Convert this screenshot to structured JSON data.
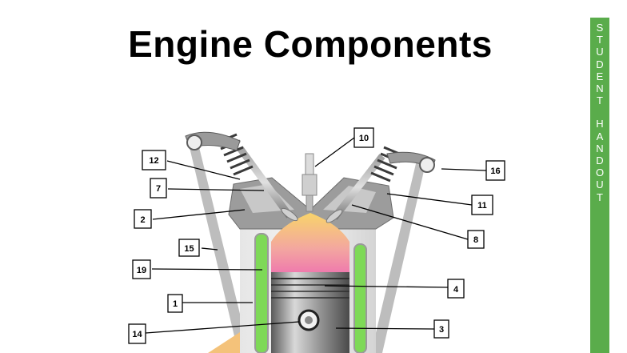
{
  "title": "Engine Components",
  "side_tab": {
    "text": "STUDENT HANDOUT",
    "color": "#5aac4b"
  },
  "callouts": [
    {
      "label": "10",
      "target": "fuel-injector"
    },
    {
      "label": "12",
      "target": "valve-spring-left"
    },
    {
      "label": "16",
      "target": "rocker-arm-right"
    },
    {
      "label": "7",
      "target": "intake-valve"
    },
    {
      "label": "11",
      "target": "exhaust-port"
    },
    {
      "label": "2",
      "target": "cylinder-head"
    },
    {
      "label": "8",
      "target": "exhaust-valve"
    },
    {
      "label": "15",
      "target": "pushrod"
    },
    {
      "label": "19",
      "target": "coolant-jacket"
    },
    {
      "label": "4",
      "target": "piston-rings"
    },
    {
      "label": "1",
      "target": "cylinder-wall"
    },
    {
      "label": "14",
      "target": "piston-pin"
    },
    {
      "label": "3",
      "target": "piston"
    }
  ],
  "colors": {
    "coolant": "#7ed957",
    "combustion_top": "#f8d46a",
    "combustion_bottom": "#ee6fb0",
    "metal": "#888888"
  }
}
